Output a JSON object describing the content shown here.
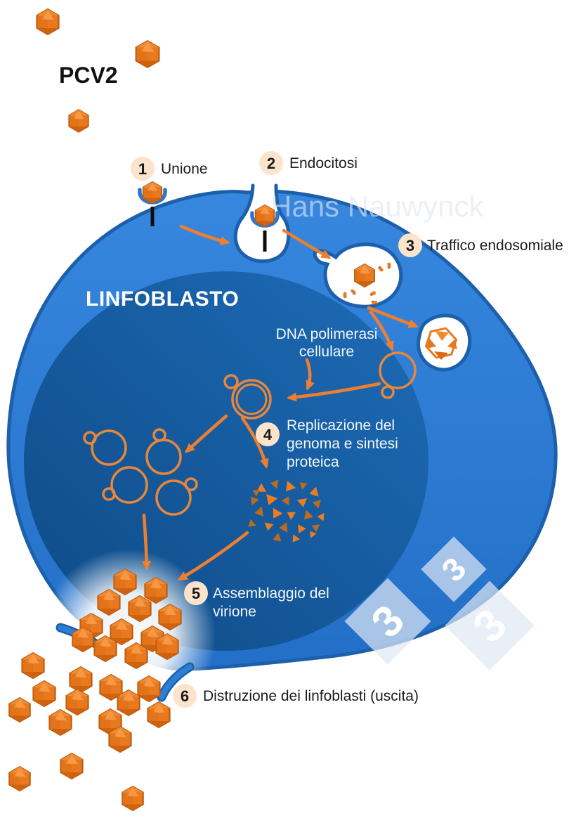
{
  "title": "PCV2",
  "cell_label": "LINFOBLASTO",
  "watermark": {
    "author": "Hans Nauwynck",
    "logo_digit": "3"
  },
  "annotations": {
    "dna_polymerase": [
      "DNA polimerasi",
      "cellulare"
    ]
  },
  "steps": [
    {
      "num": "1",
      "label": "Unione"
    },
    {
      "num": "2",
      "label": "Endocitosi"
    },
    {
      "num": "3",
      "label": "Traffico endosomiale"
    },
    {
      "num": "4",
      "lines": [
        "Replicazione del",
        "genoma e sintesi",
        "proteica"
      ]
    },
    {
      "num": "5",
      "lines": [
        "Assemblaggio del",
        "virione"
      ]
    },
    {
      "num": "6",
      "label": "Distruzione dei linfoblasti (uscita)"
    }
  ],
  "colors": {
    "virus_orange": "#e8791e",
    "accent_orange": "#ee7f2f",
    "dna_orange": "#e8873b",
    "cell_outer_blue": "#2d7ed7",
    "cell_inner_dark": "#114e8e",
    "membrane_rim": "#1c60ac",
    "badge_bg": "#fce3cb",
    "watermark_tint": "#dfe8f4"
  },
  "particles": {
    "virions": {
      "free_extracellular_top": [
        [
          68,
          31,
          1.0
        ],
        [
          210,
          77,
          1.05
        ],
        [
          112,
          172,
          0.88
        ]
      ],
      "bound_to_receptors": [
        [
          217,
          274,
          0.85
        ],
        [
          377,
          307,
          0.85
        ],
        [
          519,
          392,
          0.9
        ]
      ],
      "assembled_inside_cell": [
        [
          178,
          828,
          1
        ],
        [
          222,
          840,
          1
        ],
        [
          155,
          857,
          1
        ],
        [
          199,
          866,
          1
        ],
        [
          242,
          878,
          1
        ],
        [
          130,
          891,
          1
        ],
        [
          173,
          899,
          1
        ],
        [
          217,
          909,
          1
        ],
        [
          150,
          923,
          1
        ],
        [
          194,
          933,
          1
        ],
        [
          238,
          920,
          1
        ],
        [
          118,
          910,
          0.95
        ]
      ],
      "released_extracellular": [
        [
          47,
          947,
          1
        ],
        [
          115,
          967,
          1
        ],
        [
          158,
          978,
          1
        ],
        [
          212,
          980,
          1
        ],
        [
          63,
          987,
          1
        ],
        [
          110,
          999,
          1
        ],
        [
          183,
          1000,
          1
        ],
        [
          28,
          1010,
          0.95
        ],
        [
          86,
          1028,
          1
        ],
        [
          226,
          1017,
          1
        ],
        [
          157,
          1027,
          1
        ],
        [
          171,
          1052,
          1
        ],
        [
          102,
          1090,
          1
        ],
        [
          28,
          1108,
          0.95
        ],
        [
          189,
          1136,
          0.95
        ]
      ]
    },
    "capsid_shards": [
      [
        372,
        695,
        0,
        1.1,
        "a"
      ],
      [
        392,
        688,
        40,
        1.0,
        "b"
      ],
      [
        412,
        692,
        -20,
        1.2,
        "a"
      ],
      [
        432,
        690,
        70,
        0.9,
        "b"
      ],
      [
        448,
        700,
        15,
        1.1,
        "a"
      ],
      [
        362,
        712,
        80,
        1.0,
        "b"
      ],
      [
        385,
        710,
        -40,
        1.3,
        "a"
      ],
      [
        408,
        712,
        30,
        1.0,
        "b"
      ],
      [
        430,
        714,
        -70,
        1.1,
        "a"
      ],
      [
        452,
        716,
        45,
        1.0,
        "b"
      ],
      [
        370,
        728,
        20,
        1.1,
        "b"
      ],
      [
        393,
        730,
        -30,
        1.2,
        "a"
      ],
      [
        415,
        732,
        60,
        1.0,
        "a"
      ],
      [
        438,
        733,
        -15,
        1.1,
        "b"
      ],
      [
        458,
        735,
        35,
        0.9,
        "a"
      ],
      [
        382,
        748,
        -50,
        1.0,
        "a"
      ],
      [
        405,
        750,
        25,
        1.1,
        "b"
      ],
      [
        428,
        752,
        -35,
        1.0,
        "a"
      ],
      [
        450,
        750,
        55,
        0.9,
        "b"
      ],
      [
        395,
        765,
        10,
        1.0,
        "b"
      ],
      [
        420,
        766,
        -25,
        0.9,
        "a"
      ],
      [
        365,
        700,
        55,
        0.8,
        "b"
      ],
      [
        445,
        760,
        80,
        0.8,
        "a"
      ],
      [
        358,
        745,
        -10,
        0.9,
        "b"
      ]
    ],
    "dna_genomes": [
      {
        "c": [
          358,
          568
        ],
        "r": 27,
        "inner": 21,
        "loop": [
          329,
          543,
          9
        ]
      },
      {
        "c": [
          566,
          527
        ],
        "r": 25,
        "inner": 0,
        "loop": [
          552,
          558,
          8
        ]
      },
      {
        "c": [
          155,
          637
        ],
        "r": 24,
        "inner": 0,
        "loop": [
          128,
          623,
          8
        ]
      },
      {
        "c": [
          233,
          650
        ],
        "r": 24,
        "inner": 0,
        "loop": [
          227,
          619,
          8
        ]
      },
      {
        "c": [
          184,
          690
        ],
        "r": 25,
        "inner": 0,
        "loop": [
          155,
          703,
          8
        ]
      },
      {
        "c": [
          247,
          708
        ],
        "r": 24,
        "inner": 0,
        "loop": [
          272,
          689,
          8
        ]
      }
    ],
    "enzyme_crescents": [
      [
        550,
        386,
        -20
      ],
      [
        495,
        412,
        160
      ],
      [
        526,
        425,
        80
      ]
    ]
  }
}
